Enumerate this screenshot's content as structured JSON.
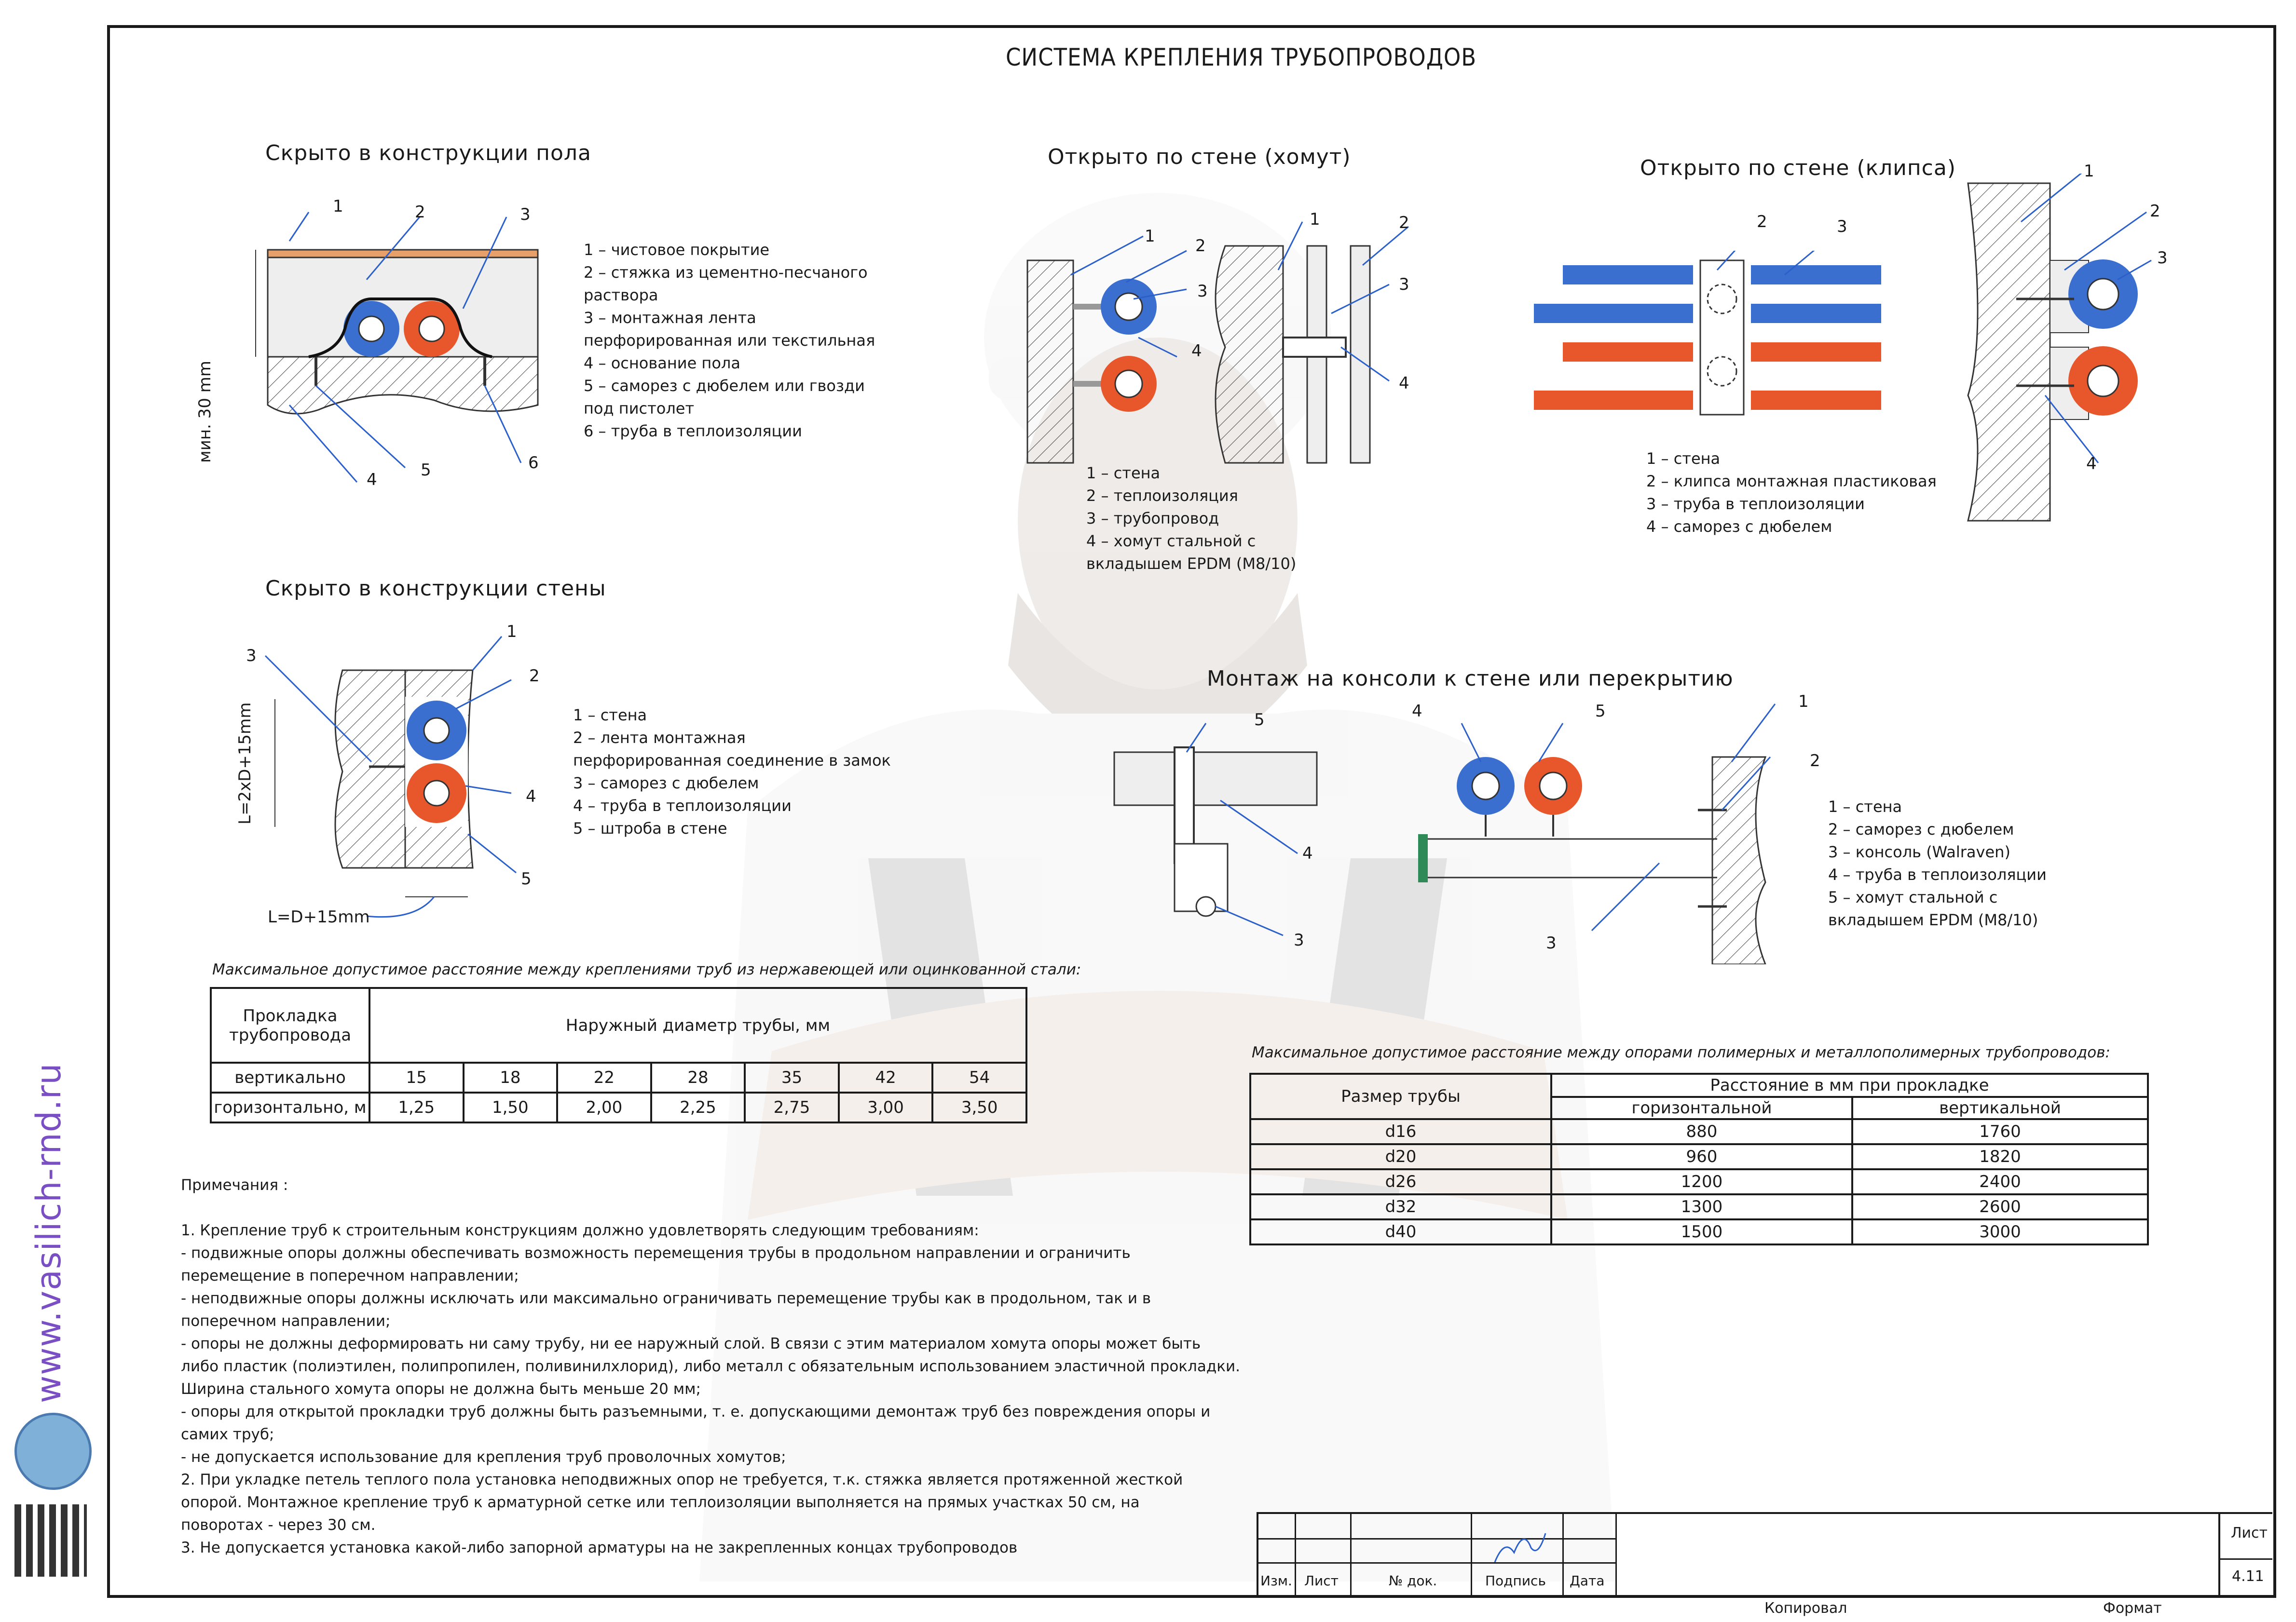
{
  "sidebar": {
    "url": "www.vasilich-rnd.ru"
  },
  "sheet_title": "СИСТЕМА КРЕПЛЕНИЯ ТРУБОПРОВОДОВ",
  "floor": {
    "heading": "Скрыто в конструкции пола",
    "callouts": [
      "1",
      "2",
      "3",
      "4",
      "5",
      "6"
    ],
    "dim": "мин. 30 mm",
    "legend": [
      "1 – чистовое покрытие",
      "2 – стяжка из цементно-песчаного",
      "раствора",
      "3 – монтажная лента",
      "перфорированная или     текстильная",
      "4 – основание пола",
      "5 – саморез с дюбелем или гвозди",
      "под пистолет",
      "6 – труба в теплоизоляции"
    ]
  },
  "wall_clamp": {
    "heading": "Открыто по стене (хомут)",
    "callouts_left": [
      "1",
      "2",
      "3",
      "4"
    ],
    "callouts_right": [
      "1",
      "2",
      "3",
      "4"
    ],
    "legend": [
      "1 – стена",
      "2 – теплоизоляция",
      "3 – трубопровод",
      "4 – хомут стальной с",
      "вкладышем EPDM (M8/10)"
    ]
  },
  "wall_clip": {
    "heading": "Открыто по стене (клипса)",
    "callouts_mid": [
      "2",
      "3"
    ],
    "callouts_right": [
      "1",
      "2",
      "3",
      "4"
    ],
    "legend": [
      "1 – стена",
      "2 – клипса монтажная пластиковая",
      "3 – труба в теплоизоляции",
      "4 – саморез с дюбелем"
    ]
  },
  "wall_hidden": {
    "heading": "Скрыто в конструкции стены",
    "callouts": [
      "1",
      "2",
      "3",
      "4",
      "5"
    ],
    "dim_vertical": "L=2xD+15mm",
    "dim_horizontal": "L=D+15mm",
    "legend": [
      "1 – стена",
      "2 – лента монтажная",
      "перфорированная соединение в замок",
      "3 – саморез с дюбелем",
      "4 – труба в теплоизоляции",
      "5 – штроба в стене"
    ]
  },
  "console": {
    "heading": "Монтаж на консоли  к стене или перекрытию",
    "callouts_left": [
      "5",
      "4",
      "3"
    ],
    "callouts_right": [
      "4",
      "5",
      "1",
      "2",
      "3"
    ],
    "legend": [
      "1 – стена",
      "2 – саморез с дюбелем",
      "3 – консоль (Walraven)",
      "4 – труба в теплоизоляции",
      "5 – хомут стальной с",
      "вкладышем EPDM (M8/10)"
    ]
  },
  "table_steel": {
    "caption": "Максимальное допустимое расстояние между креплениями труб из нержавеющей или оцинкованной стали:",
    "col_head": "Прокладка трубопровода",
    "group_head": "Наружный диаметр трубы, мм",
    "row1_label": "вертикально",
    "row2_label": "горизонтально, м",
    "diameters": [
      "15",
      "18",
      "22",
      "28",
      "35",
      "42",
      "54"
    ],
    "spacing": [
      "1,25",
      "1,50",
      "2,00",
      "2,25",
      "2,75",
      "3,00",
      "3,50"
    ]
  },
  "table_polymer": {
    "caption": "Максимальное допустимое расстояние между опорами полимерных  и металлополимерных трубопроводов:",
    "col_head": "Размер трубы",
    "group_head": "Расстояние в мм при прокладке",
    "sub_heads": [
      "горизонтальной",
      "вертикальной"
    ],
    "rows": [
      {
        "size": "d16",
        "h": "880",
        "v": "1760"
      },
      {
        "size": "d20",
        "h": "960",
        "v": "1820"
      },
      {
        "size": "d26",
        "h": "1200",
        "v": "2400"
      },
      {
        "size": "d32",
        "h": "1300",
        "v": "2600"
      },
      {
        "size": "d40",
        "h": "1500",
        "v": "3000"
      }
    ]
  },
  "notes": {
    "heading": "Примечания :",
    "lines": [
      "1. Крепление труб к строительным конструкциям должно удовлетворять следующим требованиям:",
      "- подвижные опоры должны обеспечивать возможность перемещения трубы в продольном направлении и ограничить",
      "перемещение в поперечном направлении;",
      "- неподвижные опоры должны исключать или максимально ограничивать перемещение трубы как в продольном, так и в",
      "поперечном направлении;",
      "- опоры не должны деформировать ни саму трубу, ни ее наружный слой. В связи с этим материалом хомута опоры может быть",
      "либо пластик (полиэтилен, полипропилен, поливинилхлорид), либо металл с обязательным использованием эластичной прокладки.",
      "Ширина стального хомута опоры не должна быть меньше 20 мм;",
      "- опоры для открытой прокладки труб должны быть разъемными, т. е. допускающими демонтаж труб без повреждения опоры и",
      "самих труб;",
      "- не допускается использование для крепления труб проволочных хомутов;",
      "2. При укладке петель теплого пола установка неподвижных опор не требуется, т.к. стяжка является протяженной жесткой",
      "опорой. Монтажное крепление труб к арматурной сетке или теплоизоляции выполняется на прямых участках 50 см, на",
      "поворотах - через 30 см.",
      "3. Не допускается установка какой-либо запорной арматуры на не закрепленных концах трубопроводов"
    ]
  },
  "stamp": {
    "cols": [
      "Изм.",
      "Лист",
      "№ док.",
      "Подпись",
      "Дата"
    ],
    "sheet_label": "Лист",
    "sheet_no": "4.11",
    "copied": "Копировал",
    "format": "Формат"
  },
  "colors": {
    "hot": "#e8572b",
    "cold": "#3a6fd0",
    "accent": "#7a4fc4",
    "callout": "#2b5fc9"
  }
}
